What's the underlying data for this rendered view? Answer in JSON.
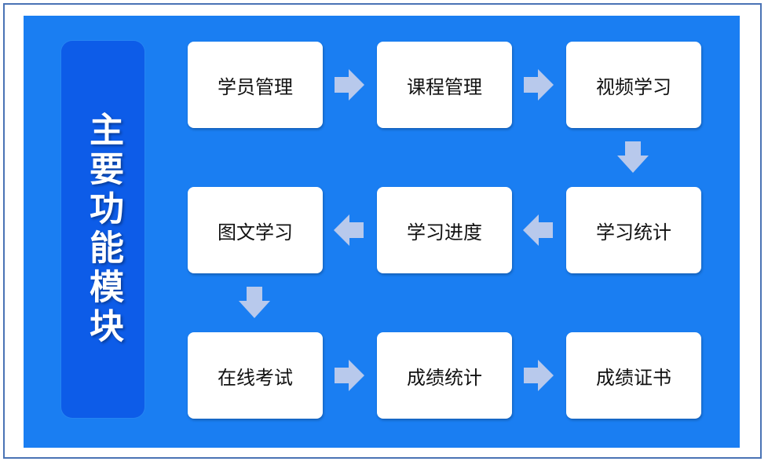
{
  "title": "主要功能模块",
  "colors": {
    "panel": "#1a7ef2",
    "title_bar": "#0d5ce8",
    "box": "#ffffff",
    "arrow": "#b8c9ec",
    "frame": "#4a73b5"
  },
  "steps": [
    {
      "label": "学员管理"
    },
    {
      "label": "课程管理"
    },
    {
      "label": "视频学习"
    },
    {
      "label": "学习统计"
    },
    {
      "label": "学习进度"
    },
    {
      "label": "图文学习"
    },
    {
      "label": "在线考试"
    },
    {
      "label": "成绩统计"
    },
    {
      "label": "成绩证书"
    }
  ],
  "flow_arrows": [
    {
      "from": "学员管理",
      "to": "课程管理",
      "direction": "right"
    },
    {
      "from": "课程管理",
      "to": "视频学习",
      "direction": "right"
    },
    {
      "from": "视频学习",
      "to": "学习统计",
      "direction": "down"
    },
    {
      "from": "学习统计",
      "to": "学习进度",
      "direction": "left"
    },
    {
      "from": "学习进度",
      "to": "图文学习",
      "direction": "left"
    },
    {
      "from": "图文学习",
      "to": "在线考试",
      "direction": "down"
    },
    {
      "from": "在线考试",
      "to": "成绩统计",
      "direction": "right"
    },
    {
      "from": "成绩统计",
      "to": "成绩证书",
      "direction": "right"
    }
  ]
}
